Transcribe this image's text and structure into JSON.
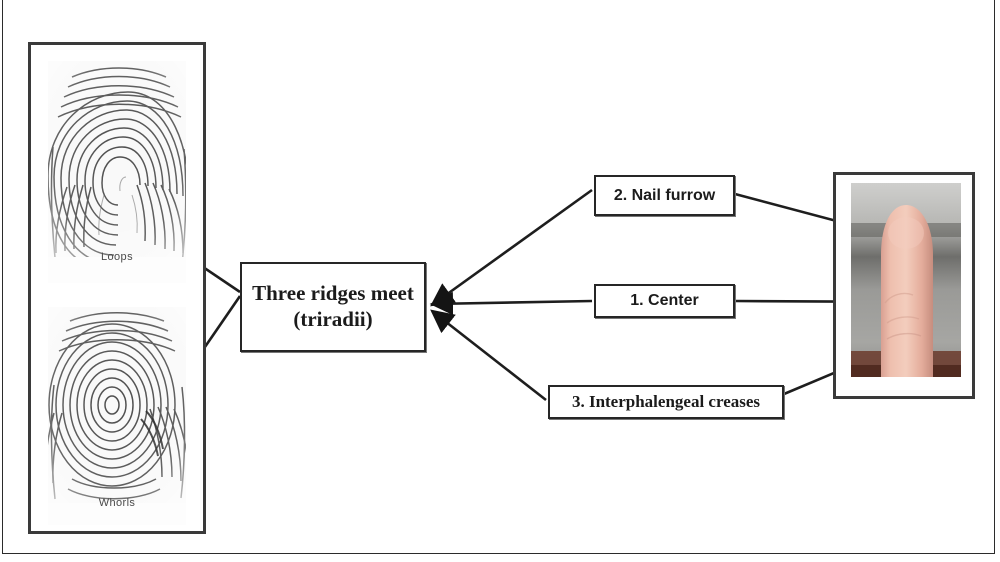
{
  "diagram": {
    "type": "labelled-anatomy-diagram",
    "subject": "Fingerprint dermatoglyphics and fingertip landmarks",
    "center_node": {
      "line1": "Three ridges meet",
      "line2": "(triradii)",
      "text": "Three ridges meet (triradii)"
    },
    "left_panel": {
      "name": "fingerprint-pattern-panel",
      "images": [
        {
          "id": "loops",
          "caption": "Loops",
          "pattern": "loop"
        },
        {
          "id": "whorls",
          "caption": "Whorls",
          "pattern": "whorl"
        }
      ]
    },
    "right_panel": {
      "name": "fingertip-photo-panel",
      "photo_alt": "Close-up photograph of a fingertip pad",
      "skin_color": "#e9b6a6",
      "background_color": "#8e8e8c"
    },
    "labels": [
      {
        "id": "nail-furrow",
        "number": "2.",
        "text": "2. Nail furrow"
      },
      {
        "id": "center",
        "number": "1.",
        "text": "1. Center"
      },
      {
        "id": "interphalengeal-creases",
        "number": "3.",
        "text": "3. Interphalengeal creases"
      }
    ],
    "colors": {
      "line": "#1e1e1e",
      "box_border": "#262626",
      "panel_border": "#3a3a3a",
      "text": "#1b1b1b",
      "background": "#ffffff"
    }
  }
}
